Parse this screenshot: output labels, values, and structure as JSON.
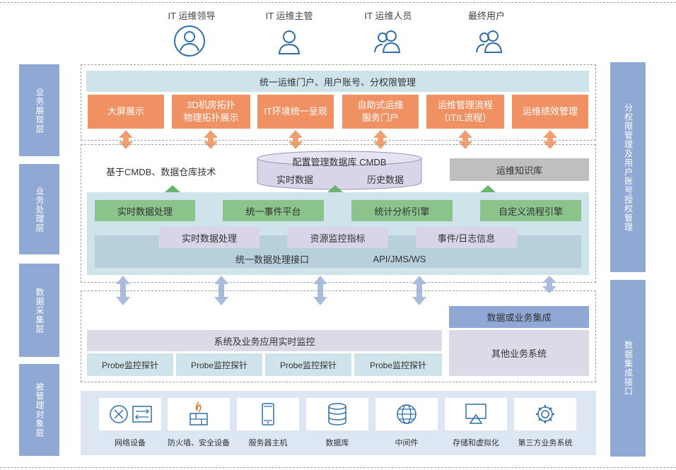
{
  "users": [
    {
      "label": "IT 运维领导",
      "icon": "user-circle-icon"
    },
    {
      "label": "IT 运维主管",
      "icon": "user-icon"
    },
    {
      "label": "IT 运维人员",
      "icon": "users-icon"
    },
    {
      "label": "最终用户",
      "icon": "users-icon"
    }
  ],
  "left_layers": [
    "业务展现层",
    "业务处理层",
    "数据采集层",
    "被管理对象层"
  ],
  "right_layers": [
    "分权限管理及用户账号授权管理",
    "数据集成接口"
  ],
  "portal": {
    "title": "统一运维门户、用户账号、分权限管理",
    "modules": [
      "大屏展示",
      "3D机房拓扑\n物理拓扑展示",
      "IT环境统一呈现",
      "自助式运维\n服务门户",
      "运维管理流程\n（ITIL流程）",
      "运维绩效管理"
    ]
  },
  "processing": {
    "cmdb_basis": "基于CMDB、数据仓库技术",
    "cmdb": {
      "title": "配置管理数据库 CMDB",
      "realtime": "实时数据",
      "history": "历史数据"
    },
    "knowledge": "运维知识库",
    "engines": [
      "实时数据处理",
      "统一事件平台",
      "统计分析引擎",
      "自定义流程引擎"
    ],
    "sub": [
      "实时数据处理",
      "资源监控指标",
      "事件/日志信息"
    ],
    "interface": "统一数据处理接口",
    "protocols": "API/JMS/WS"
  },
  "collection": {
    "monitor": "系统及业务应用实时监控",
    "probes": [
      "Probe监控探针",
      "Probe监控探针",
      "Probe监控探针",
      "Probe监控探针"
    ],
    "integration": "数据或业务集成",
    "other": "其他业务系统"
  },
  "devices": [
    {
      "label": "网络设备",
      "icon": "network-icon"
    },
    {
      "label": "防火墙、安全设备",
      "icon": "firewall-icon"
    },
    {
      "label": "服务器主机",
      "icon": "server-icon"
    },
    {
      "label": "数据库",
      "icon": "database-icon"
    },
    {
      "label": "中间件",
      "icon": "globe-icon"
    },
    {
      "label": "存储和虚拟化",
      "icon": "storage-icon"
    },
    {
      "label": "第三方业务系统",
      "icon": "gear-icon"
    }
  ],
  "colors": {
    "side": "#8fa9d4",
    "orange": "#ef9163",
    "green": "#8ac48a",
    "lightblue": "#cfe4ea",
    "arrow_orange": "#f0a070",
    "arrow_blue": "#a9bcdc",
    "arrow_green": "#69b56e"
  }
}
